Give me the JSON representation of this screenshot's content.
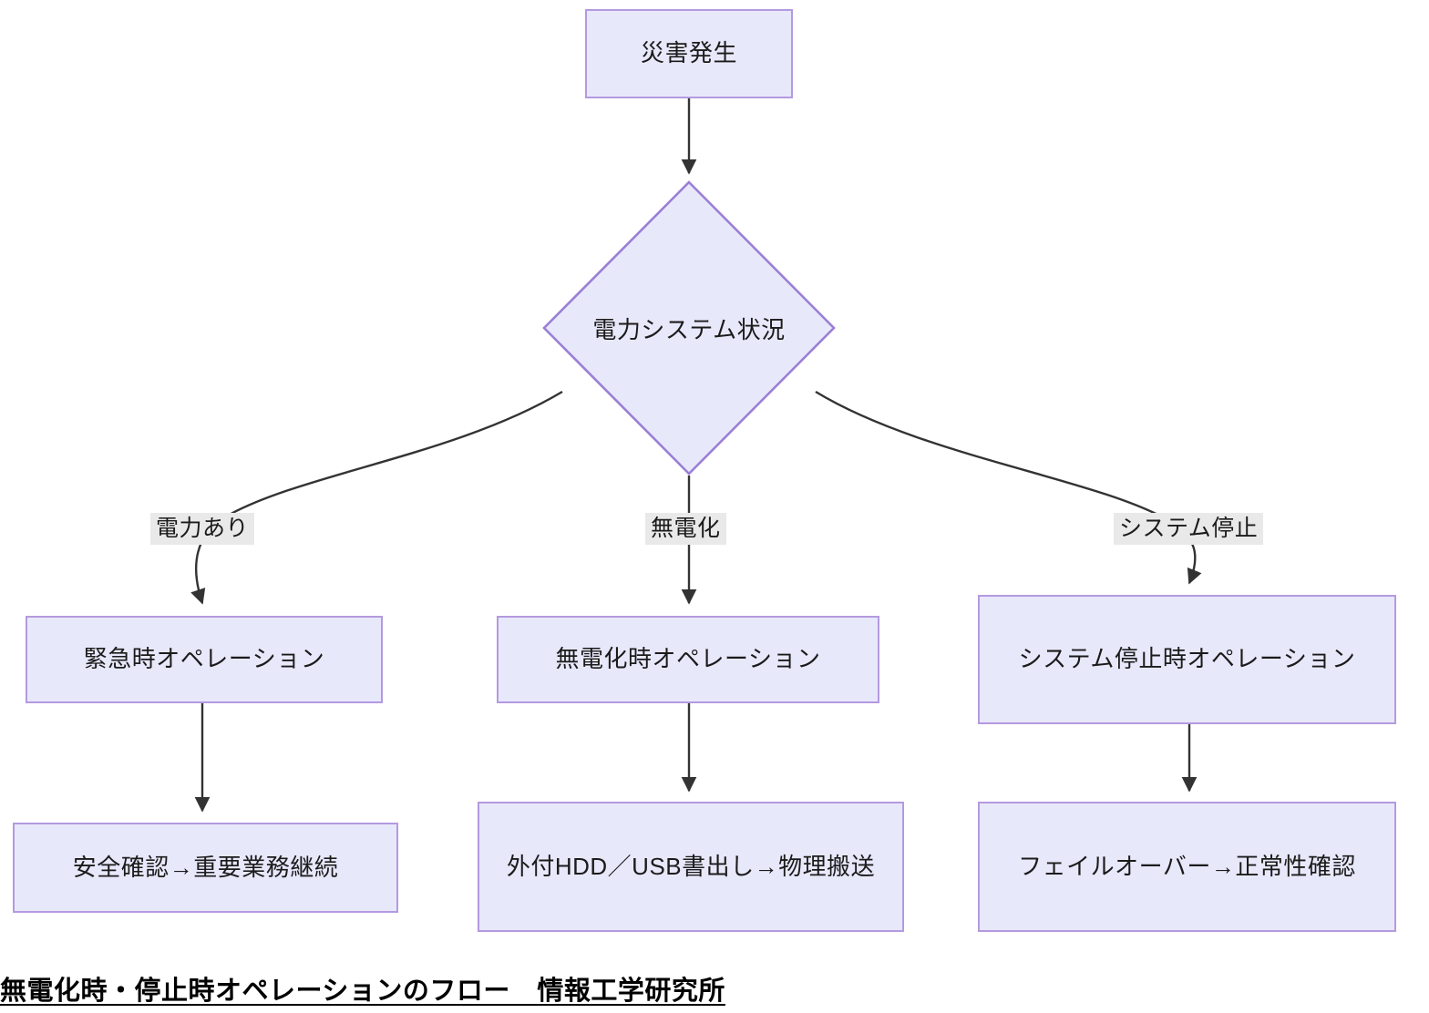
{
  "diagram": {
    "type": "flowchart",
    "caption": "無電化時・停止時オペレーションのフロー　情報工学研究所",
    "colors": {
      "node_fill": "#e8e8fb",
      "node_border": "#b49ae0",
      "edge_stroke": "#333333",
      "edge_label_bg": "#e9e9e9",
      "text": "#1b1b1b",
      "background": "#ffffff"
    },
    "nodes": [
      {
        "id": "start",
        "shape": "rect",
        "label": "災害発生"
      },
      {
        "id": "decision",
        "shape": "diamond",
        "label": "電力システム状況"
      },
      {
        "id": "op_power",
        "shape": "rect",
        "label": "緊急時オペレーション"
      },
      {
        "id": "op_nopower",
        "shape": "rect",
        "label": "無電化時オペレーション"
      },
      {
        "id": "op_halt",
        "shape": "rect",
        "label": "システム停止時オペレーション"
      },
      {
        "id": "act_power",
        "shape": "rect",
        "label": "安全確認→重要業務継続"
      },
      {
        "id": "act_nopower",
        "shape": "rect",
        "label": "外付HDD／USB書出し→物理搬送"
      },
      {
        "id": "act_halt",
        "shape": "rect",
        "label": "フェイルオーバー→正常性確認"
      }
    ],
    "edges": [
      {
        "from": "start",
        "to": "decision",
        "label": ""
      },
      {
        "from": "decision",
        "to": "op_power",
        "label": "電力あり"
      },
      {
        "from": "decision",
        "to": "op_nopower",
        "label": "無電化"
      },
      {
        "from": "decision",
        "to": "op_halt",
        "label": "システム停止"
      },
      {
        "from": "op_power",
        "to": "act_power",
        "label": ""
      },
      {
        "from": "op_nopower",
        "to": "act_nopower",
        "label": ""
      },
      {
        "from": "op_halt",
        "to": "act_halt",
        "label": ""
      }
    ]
  }
}
